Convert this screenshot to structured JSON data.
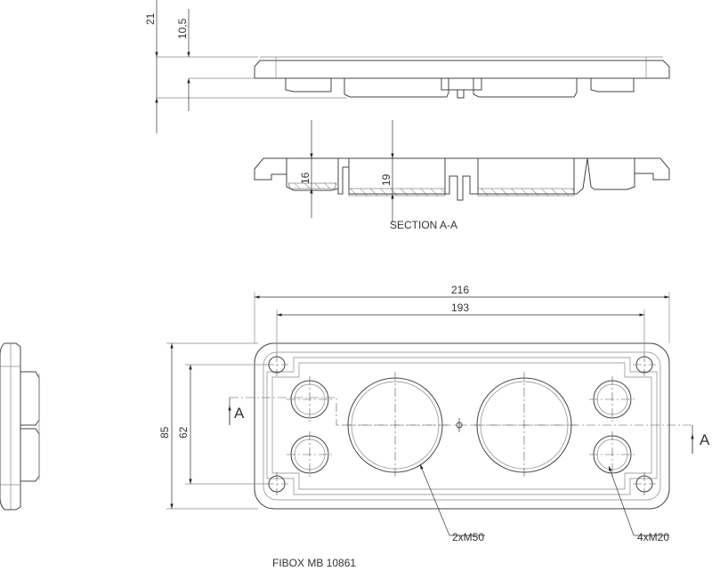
{
  "drawing": {
    "title": "FIBOX MB 10861",
    "section_label": "SECTION A-A",
    "section_marker_left": "A",
    "section_marker_right": "A",
    "dimensions": {
      "overall_height": "21",
      "plate_height": "10,5",
      "small_depth": "16",
      "large_depth": "19",
      "overall_length": "216",
      "hole_pitch_length": "193",
      "overall_width": "85",
      "hole_pitch_width": "62"
    },
    "callouts": {
      "large_holes": "2xM50",
      "small_holes": "4xM20"
    }
  }
}
